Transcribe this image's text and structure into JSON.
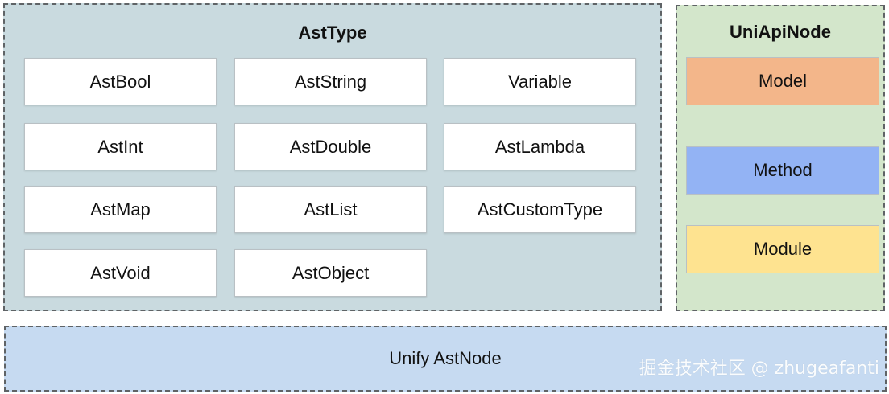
{
  "asttype": {
    "title": "AstType",
    "items": [
      "AstBool",
      "AstString",
      "Variable",
      "AstInt",
      "AstDouble",
      "AstLambda",
      "AstMap",
      "AstList",
      "AstCustomType",
      "AstVoid",
      "AstObject"
    ]
  },
  "uniapinode": {
    "title": "UniApiNode",
    "items": [
      "Model",
      "Method",
      "Module"
    ]
  },
  "unify": {
    "label": "Unify AstNode"
  },
  "watermark": "掘金技术社区 @ zhugeafanti",
  "colors": {
    "asttype_bg": "#c9dadf",
    "uniapinode_bg": "#d3e6cb",
    "unify_bg": "#c6daf1",
    "model": "#f3b68a",
    "method": "#93b3f4",
    "module": "#fee390"
  }
}
